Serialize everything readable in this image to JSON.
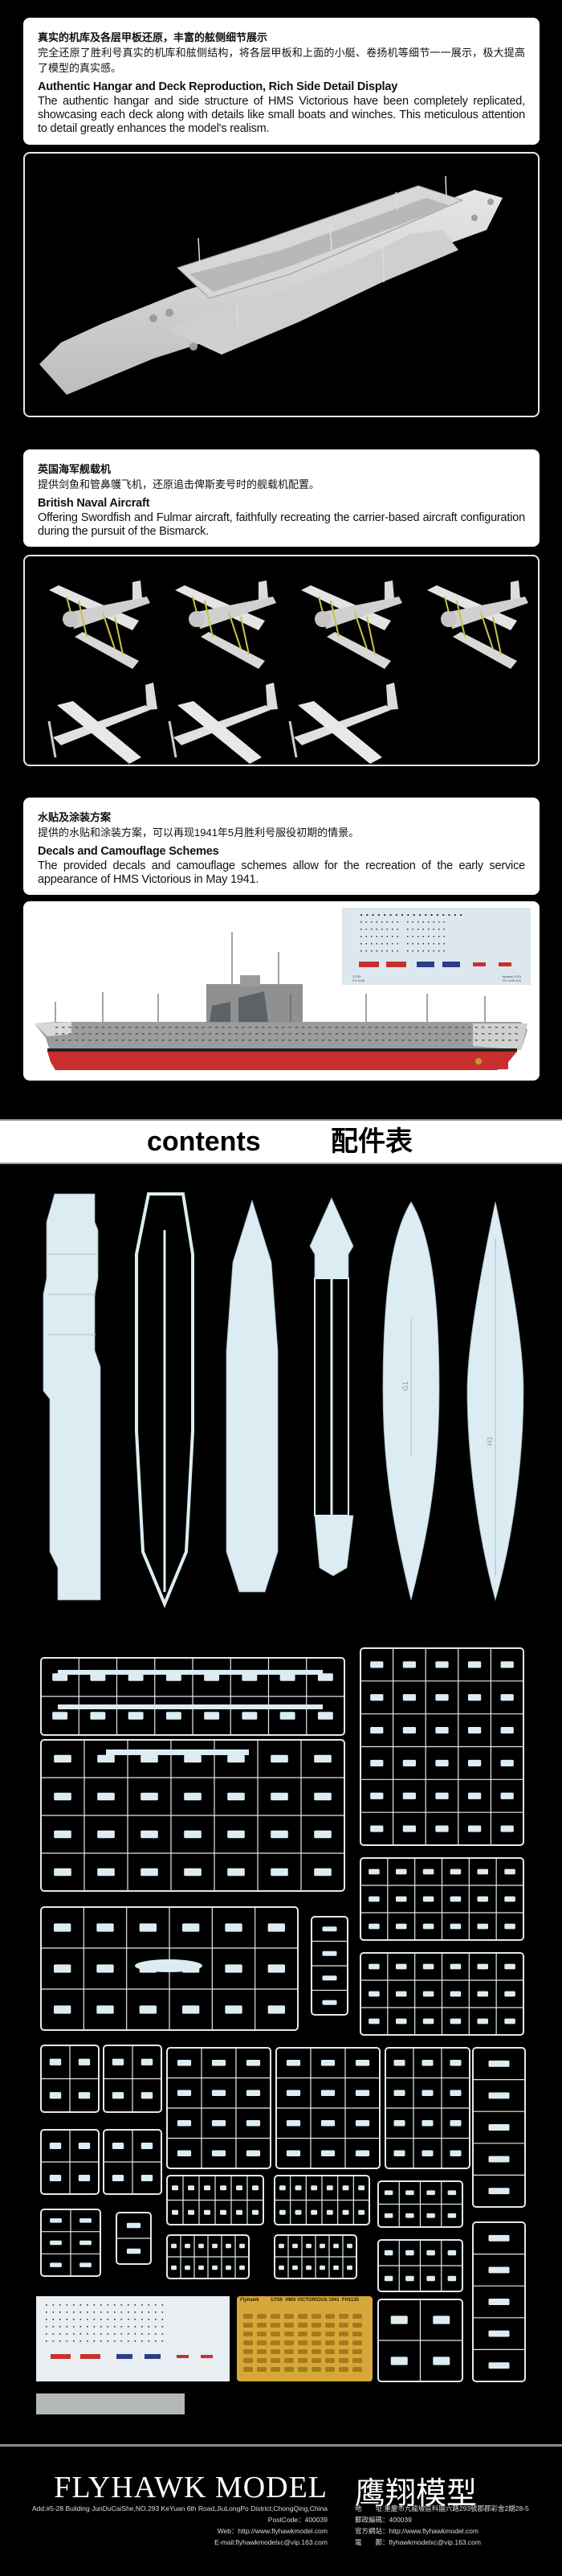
{
  "sections": {
    "hangar": {
      "cn_title": "真实的机库及各层甲板还原，丰富的舷侧细节展示",
      "cn_body": "完全还原了胜利号真实的机库和舷侧结构，将各层甲板和上面的小艇、卷扬机等细节一一展示，极大提高了模型的真实感。",
      "en_title": "Authentic Hangar and Deck Reproduction, Rich Side Detail Display",
      "en_body": "The authentic hangar and side structure of HMS Victorious have been completely replicated, showcasing each deck along with details like small boats and winches. This meticulous attention to detail greatly enhances the model's realism."
    },
    "aircraft": {
      "cn_title": "英国海军舰载机",
      "cn_body": "提供剑鱼和管鼻鹱飞机，还原追击俾斯麦号时的舰载机配置。",
      "en_title": "British Naval Aircraft",
      "en_body": "Offering Swordfish and Fulmar aircraft, faithfully recreating the carrier-based aircraft configuration during the pursuit of the Bismarck.",
      "swordfish_count": 4,
      "fulmar_count": 3
    },
    "decals": {
      "cn_title": "水贴及涂装方案",
      "cn_body": "提供的水贴和涂装方案，可以再现1941年5月胜利号服役初期的情景。",
      "en_title": "Decals and Camouflage Schemes",
      "en_body": "The provided decals and camouflage schemes allow for the recreation of the early service appearance of HMS Victorious in May 1941."
    }
  },
  "decal_sheet": {
    "scale": "1/700",
    "code": "FH 1135",
    "brand_year": "flyhawk 2023",
    "sheet_code": "FH 1135-004"
  },
  "contents": {
    "en": "contents",
    "cn": "配件表"
  },
  "parts": {
    "hull_labels": [
      "G1",
      "H1"
    ],
    "pe_fret_title": "1/700  HMS VICTORIOUS 1941  FH1135",
    "pe_brand": "Flyhawk"
  },
  "colors": {
    "part_blue": "#dcecf3",
    "sprue_grey": "#e4e8ea",
    "hull_red": "#c8302f",
    "hull_grey": "#9a9c9d",
    "pe_gold": "#d6a83a"
  },
  "footer": {
    "brand_en": "FLYHAWK  MODEL",
    "brand_cn": "鹰翔模型",
    "en": {
      "address": "Add:#5-28 Building JunDuCaiShe,NO.293 KeYuan 6th Road,JiuLongPo District,ChongQing,China",
      "postcode": "PostCode：400039",
      "web": "Web：http://www.flyhawkmodel.com",
      "email": "E-mail:flyhawkmodelxc@vip.163.com"
    },
    "cn": {
      "address": "地　　址:重慶市九龍坡區科園六路293號郡郡彩舍2期28-5",
      "postcode": "郵政編碼：400039",
      "web": "官方網站：http://www.flyhawkmodel.com",
      "email": "電　　郵：flyhawkmodelxc@vip.163.com"
    }
  }
}
